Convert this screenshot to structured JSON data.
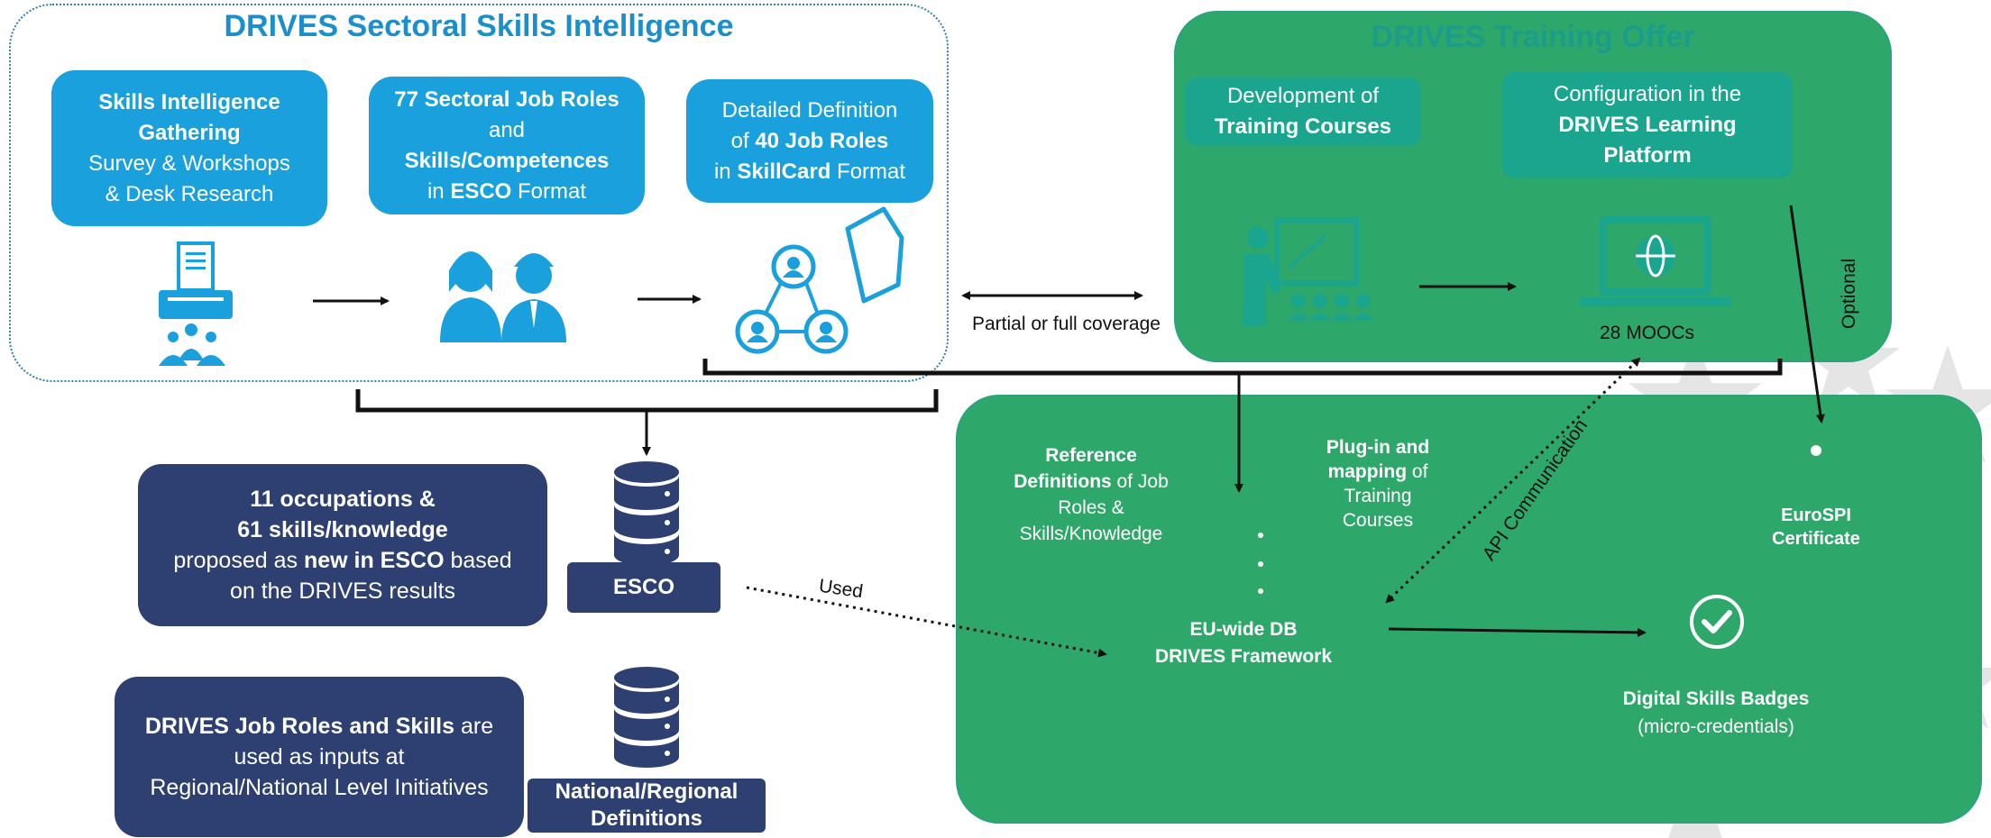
{
  "colors": {
    "blue": "#1aa0dc",
    "teal": "#1aa58f",
    "green": "#2ea86a",
    "navy": "#2e4071",
    "panel_blue": "#2f7fb0",
    "panel_green": "#2a9d8f"
  },
  "intelligence": {
    "title": "DRIVES Sectoral Skills Intelligence",
    "box1": {
      "l1": "Skills Intelligence",
      "l2": "Gathering",
      "l3": "Survey & Workshops",
      "l4": "& Desk Research"
    },
    "box2": {
      "l1": "77 Sectoral Job Roles",
      "l2": "and",
      "l3": "Skills/Competences",
      "l4a": "in ",
      "l4b": "ESCO",
      "l4c": " Format"
    },
    "box3": {
      "l1": "Detailed Definition",
      "l2a": "of ",
      "l2b": "40 Job Roles",
      "l3a": "in ",
      "l3b": "SkillCard",
      "l3c": " Format"
    },
    "icons": [
      "survey-document-icon",
      "two-people-icon",
      "network-document-icon"
    ]
  },
  "training": {
    "title": "DRIVES Training Offer",
    "box1": {
      "l1": "Development of",
      "l2": "Training Courses"
    },
    "box2": {
      "l1": "Configuration in the",
      "l2": "DRIVES Learning",
      "l3": "Platform"
    },
    "moocs": "28 MOOCs",
    "optional": "Optional",
    "icons": [
      "teacher-presentation-icon",
      "laptop-globe-icon"
    ]
  },
  "coverage_label": "Partial or full coverage",
  "esco_block": {
    "l1": "11 occupations  &",
    "l2": "61 skills/knowledge",
    "l3a": "proposed as ",
    "l3b": "new in ESCO",
    "l3c": " based",
    "l4": "on the DRIVES results",
    "db_label": "ESCO"
  },
  "national_block": {
    "l1a": "DRIVES Job Roles and Skills",
    "l1b": " are",
    "l2": "used as inputs at",
    "l3": "Regional/National Level Initiatives",
    "db_label_1": "National/Regional",
    "db_label_2": "Definitions"
  },
  "used_label": "Used",
  "api_label": "API Communication",
  "recognition": {
    "title": "DRIVES Recognition",
    "ref": {
      "l1": "Reference",
      "l2a": "Definitions",
      "l2b": " of Job",
      "l3": "Roles &",
      "l4": "Skills/Knowledge"
    },
    "plugin": {
      "l1": "Plug-in and",
      "l2a": "mapping",
      "l2b": " of",
      "l3": "Training",
      "l4": "Courses"
    },
    "db": {
      "l1": "EU-wide DB",
      "l2": "DRIVES Framework"
    },
    "eurospi": {
      "l1": "EuroSPI",
      "l2": "Certificate"
    },
    "badges": {
      "l1": "Digital Skills Badges",
      "l2": "(micro-credentials)"
    }
  }
}
